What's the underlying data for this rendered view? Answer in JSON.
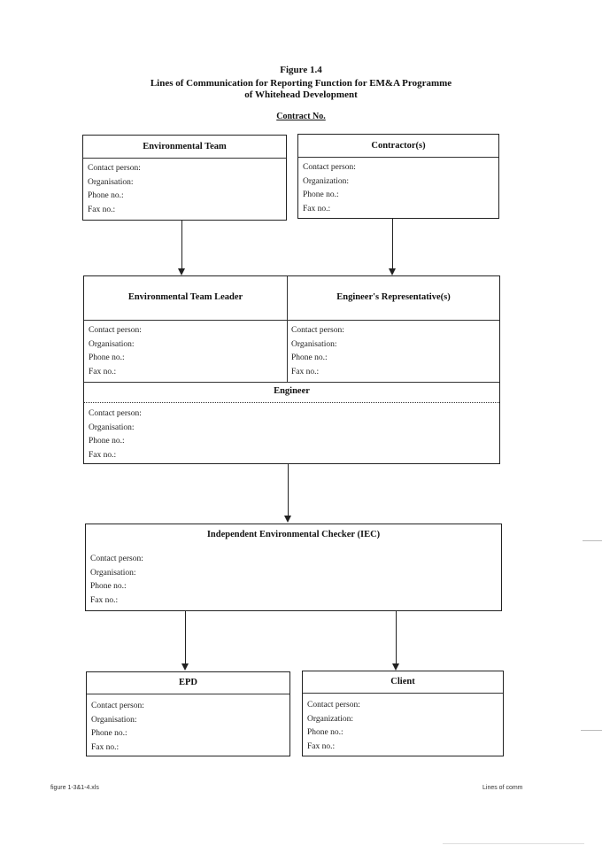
{
  "header": {
    "figure_label": "Figure 1.4",
    "title_line1": "Lines of Communication for Reporting Function for EM&A Programme",
    "title_line2": "of Whitehead Development",
    "contract": "Contract No."
  },
  "boxes": {
    "environmental_team": {
      "title": "Environmental Team",
      "fields": [
        "Contact person:",
        "Organisation:",
        "Phone no.:",
        "Fax no.:"
      ]
    },
    "contractors": {
      "title": "Contractor(s)",
      "fields": [
        "Contact person:",
        "Organization:",
        "Phone no.:",
        "Fax no.:"
      ]
    },
    "environmental_team_leader": {
      "title": "Environmental Team Leader",
      "fields": [
        "Contact person:",
        "Organisation:",
        "Phone no.:",
        "Fax no.:"
      ]
    },
    "engineers_representative": {
      "title": "Engineer's Representative(s)",
      "fields": [
        "Contact person:",
        "Organisation:",
        "Phone no.:",
        "Fax no.:"
      ]
    },
    "engineer": {
      "title": "Engineer",
      "fields": [
        "Contact person:",
        "Organisation:",
        "Phone no.:",
        "Fax no.:"
      ]
    },
    "iec": {
      "title": "Independent Environmental Checker (IEC)",
      "fields": [
        "Contact person:",
        "Organisation:",
        "Phone no.:",
        "Fax no.:"
      ]
    },
    "epd": {
      "title": "EPD",
      "fields": [
        "Contact person:",
        "Organisation:",
        "Phone no.:",
        "Fax no.:"
      ]
    },
    "client": {
      "title": "Client",
      "fields": [
        "Contact person:",
        "Organization:",
        "Phone no.:",
        "Fax no.:"
      ]
    }
  },
  "footer": {
    "left": "figure 1-3&1-4.xls",
    "right": "Lines of comm"
  }
}
